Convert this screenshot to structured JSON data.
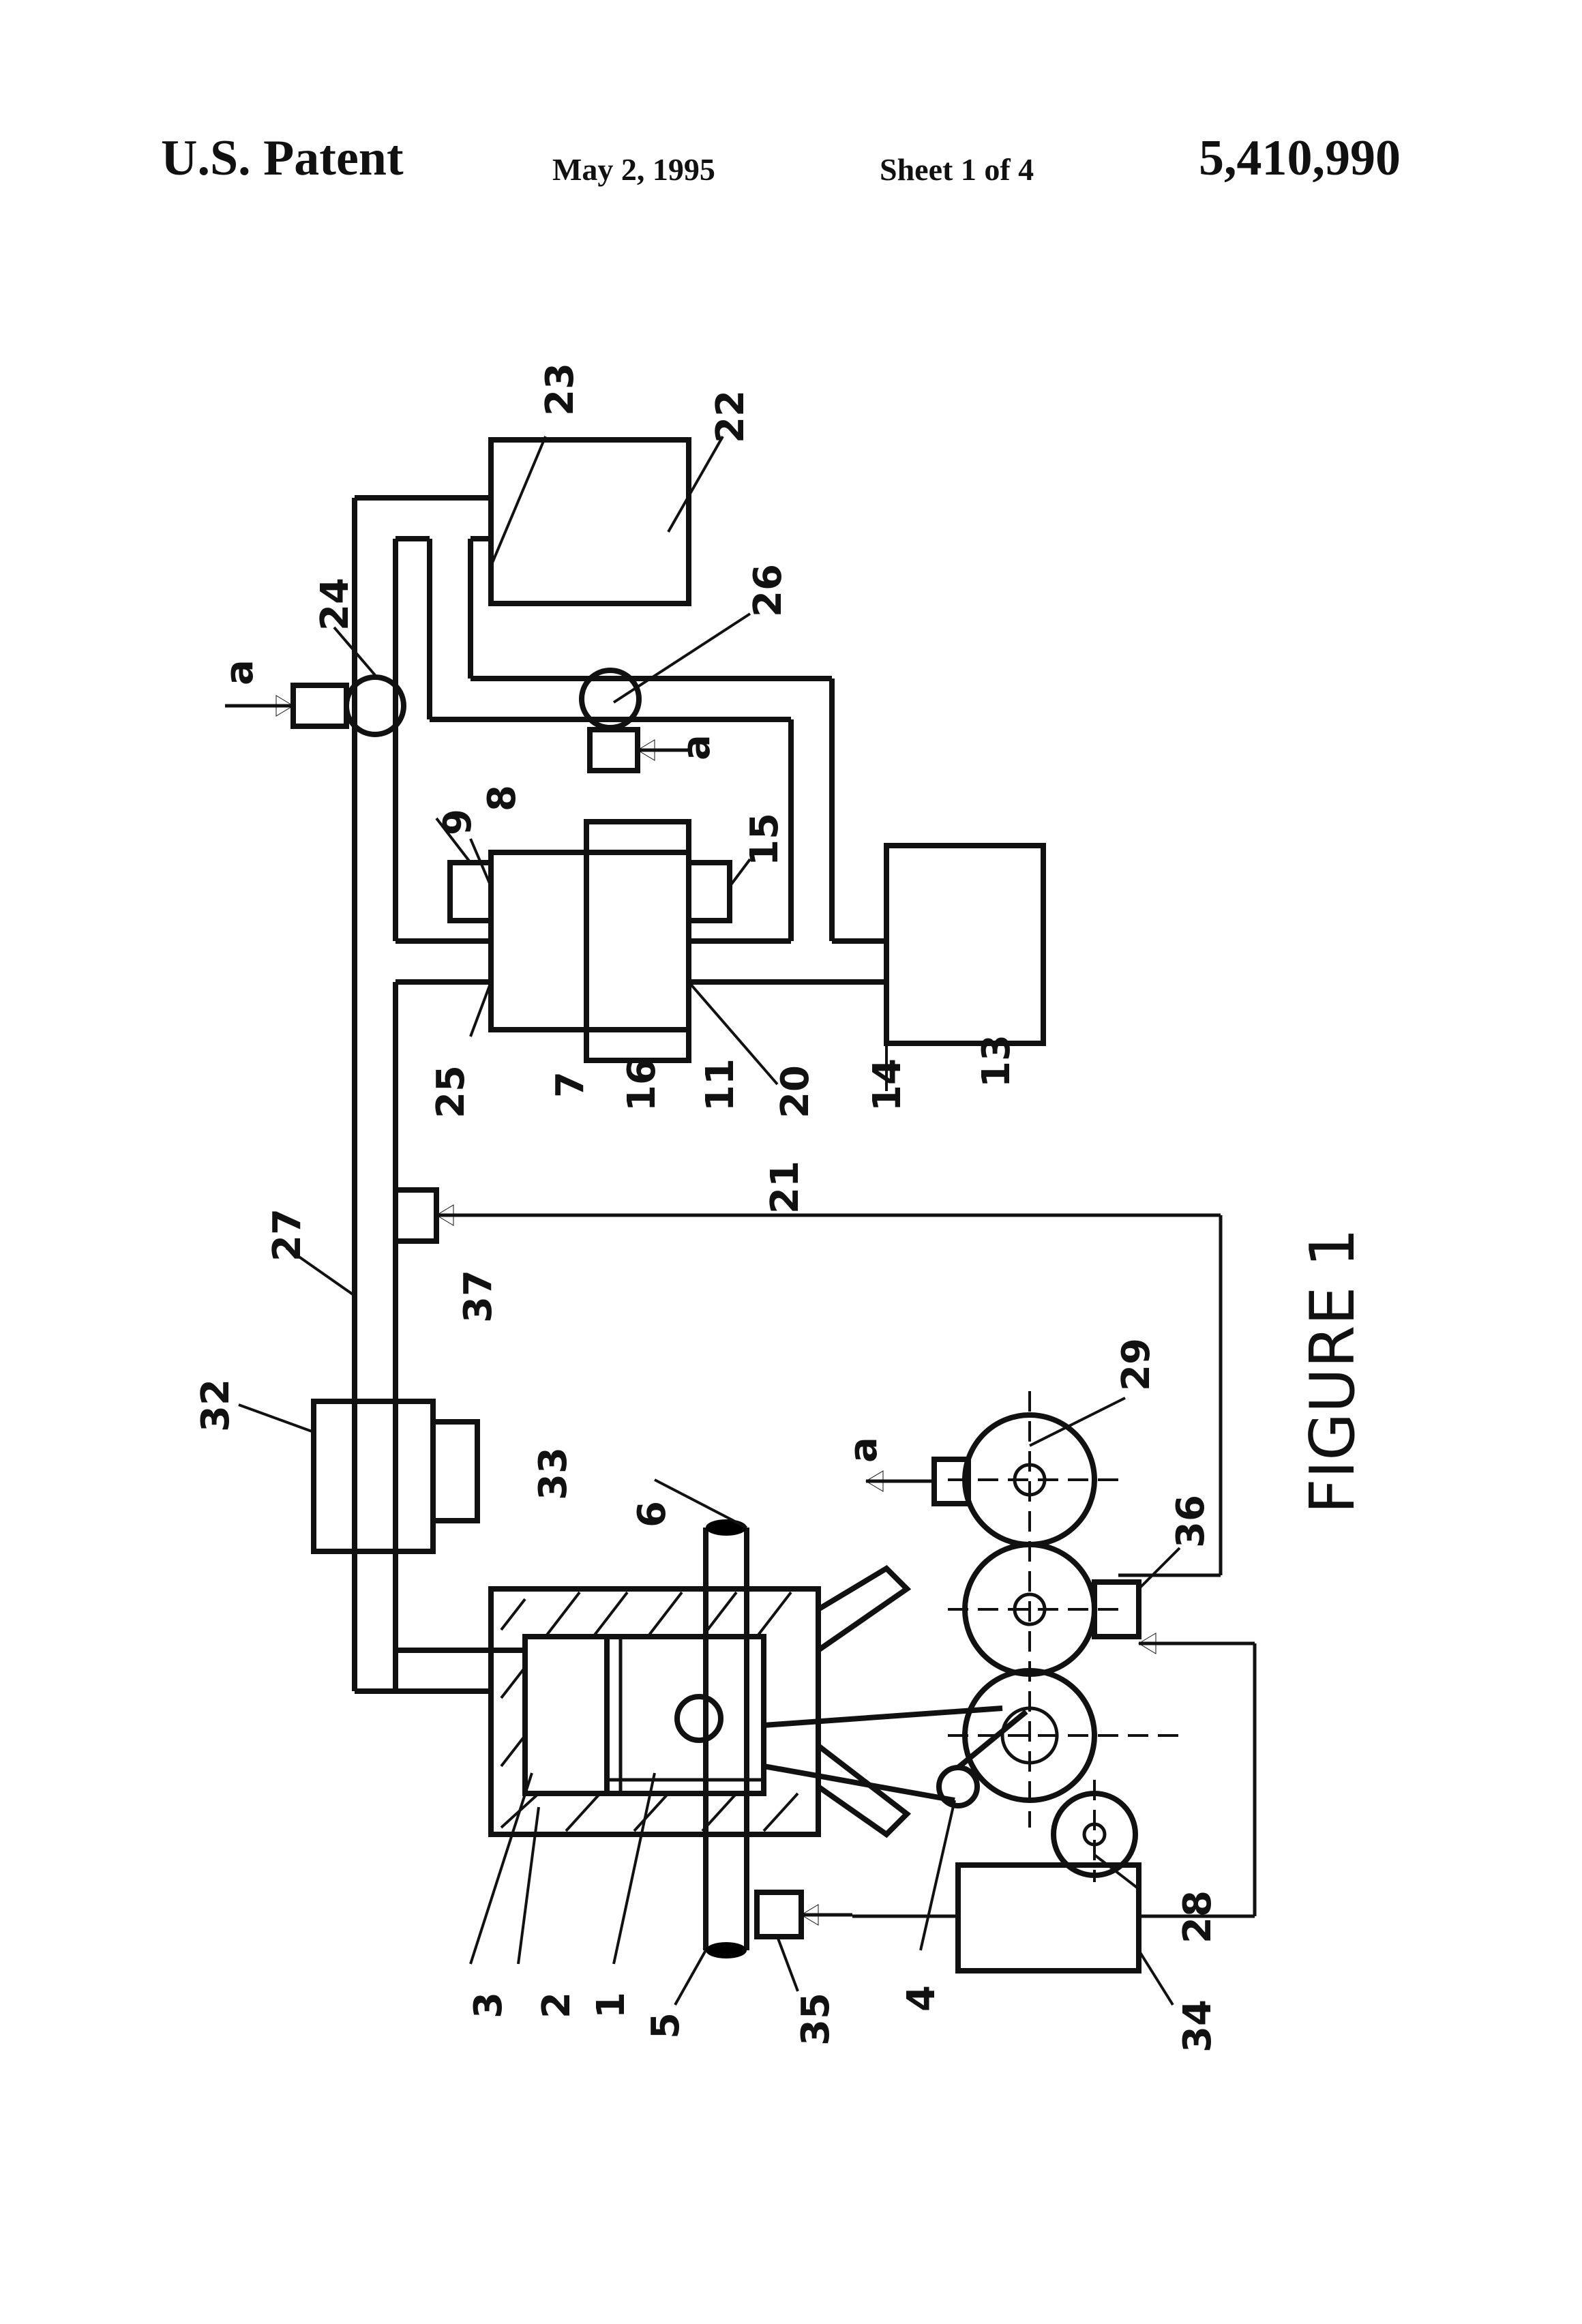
{
  "header": {
    "patent": "U.S. Patent",
    "date": "May 2, 1995",
    "sheet": "Sheet 1 of 4",
    "number": "5,410,990"
  },
  "figure": {
    "caption": "FIGURE 1",
    "labels": {
      "l1": "1",
      "l2": "2",
      "l3": "3",
      "l4": "4",
      "l5": "5",
      "l6": "6",
      "l7": "7",
      "l8": "8",
      "l9": "9",
      "l11": "11",
      "l13": "13",
      "l14": "14",
      "l15": "15",
      "l16": "16",
      "l20": "20",
      "l21": "21",
      "l22": "22",
      "l23": "23",
      "l24": "24",
      "l25": "25",
      "l26": "26",
      "l27": "27",
      "l28": "28",
      "l29": "29",
      "l32": "32",
      "l33": "33",
      "l34": "34",
      "l35": "35",
      "l36": "36",
      "l37": "37",
      "a": "a"
    }
  }
}
